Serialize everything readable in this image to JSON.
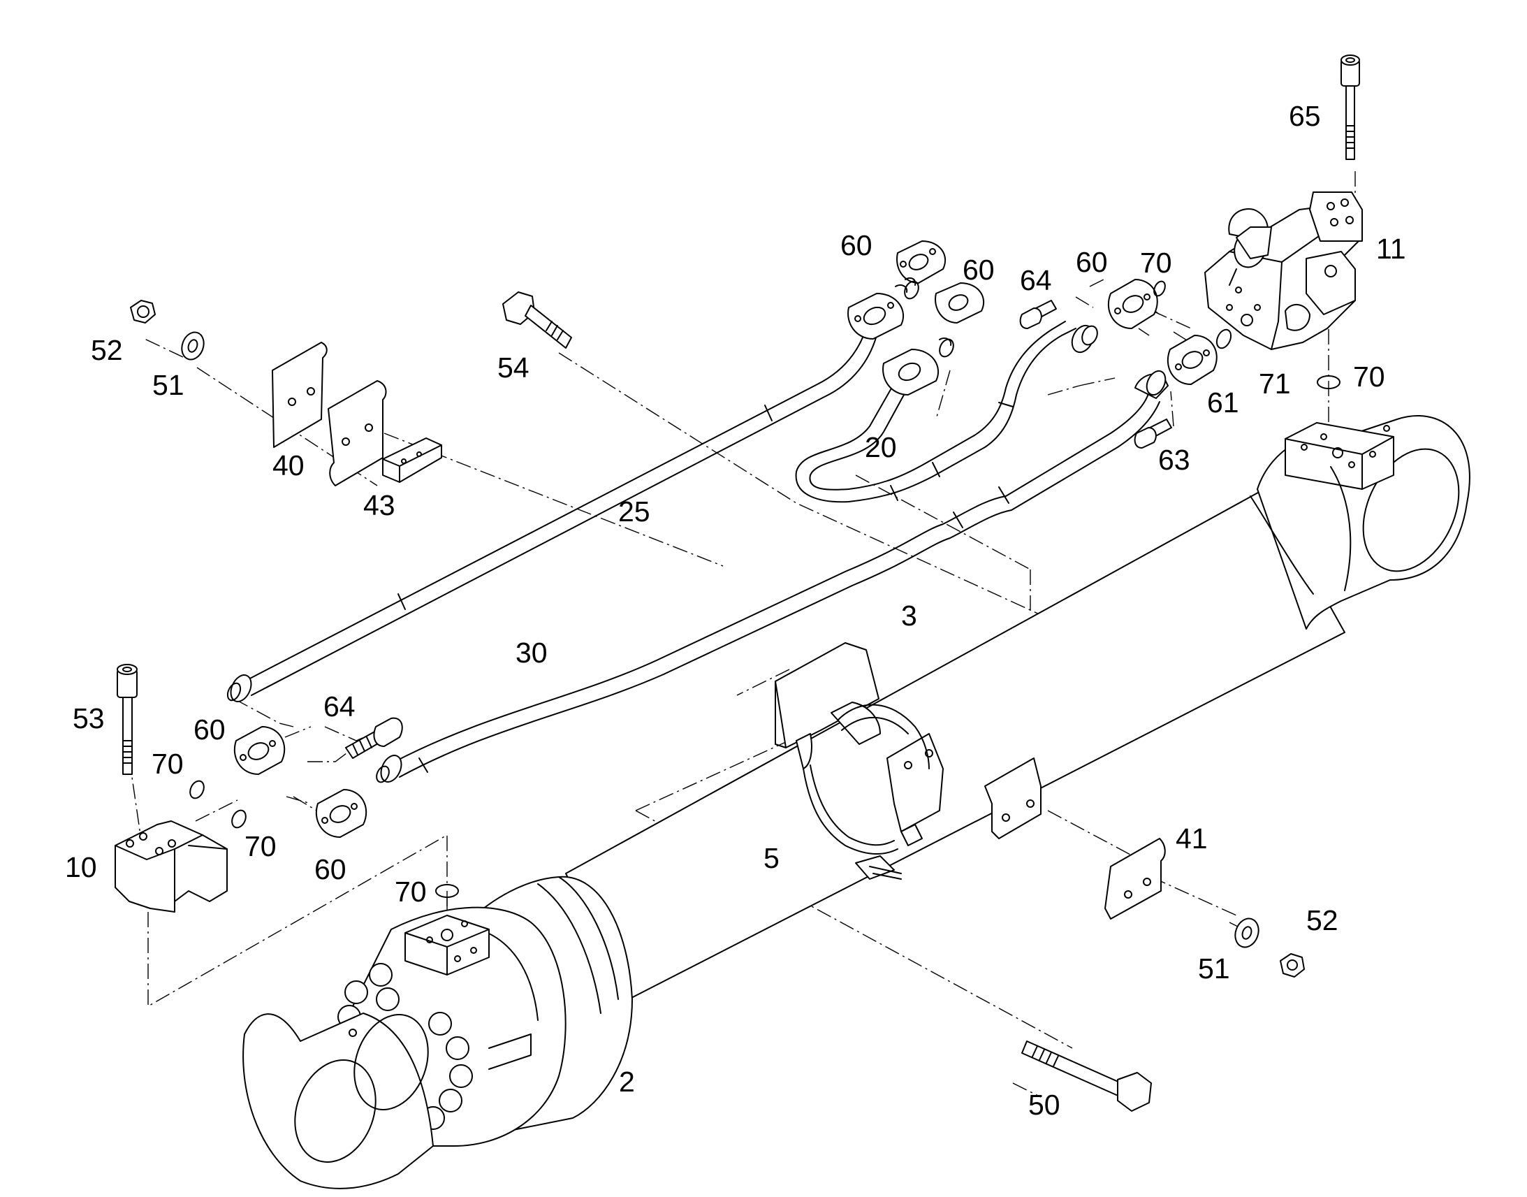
{
  "diagram": {
    "callouts": {
      "c2": "2",
      "c3": "3",
      "c5": "5",
      "c10": "10",
      "c11": "11",
      "c20": "20",
      "c25": "25",
      "c30": "30",
      "c40": "40",
      "c41": "41",
      "c43": "43",
      "c50": "50",
      "c51a": "51",
      "c51b": "51",
      "c52a": "52",
      "c52b": "52",
      "c53": "53",
      "c54": "54",
      "c60a": "60",
      "c60b": "60",
      "c60c": "60",
      "c60d": "60",
      "c60e": "60",
      "c61": "61",
      "c63": "63",
      "c64a": "64",
      "c64b": "64",
      "c65": "65",
      "c70a": "70",
      "c70b": "70",
      "c70c": "70",
      "c70d": "70",
      "c70e": "70",
      "c71": "71"
    }
  }
}
